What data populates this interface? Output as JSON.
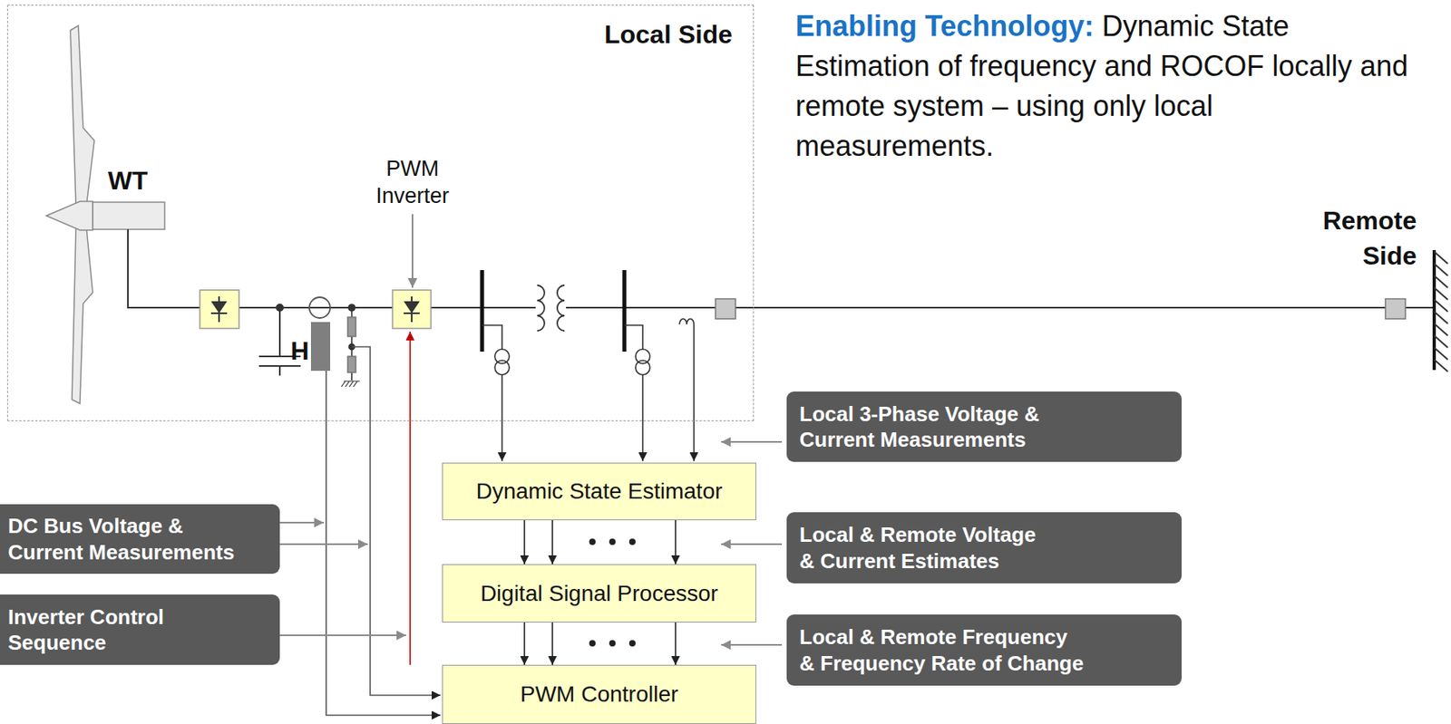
{
  "diagram": {
    "nodes": [
      {
        "text": [
          "Local Side"
        ]
      },
      {
        "text": [
          "Dynamic State Estimator"
        ]
      },
      {
        "text": [
          "Digital Signal Processor"
        ]
      },
      {
        "text": [
          "PWM Controller"
        ]
      },
      {
        "text": [
          "Local 3-Phase Voltage & Current Measurements"
        ]
      },
      {
        "text": [
          "Local & Remote Voltage & Current Estimates"
        ]
      },
      {
        "text": [
          "Local & Remote Frequency & Frequency Rate of Change"
        ]
      },
      {
        "text": [
          "DC Bus Voltage & Current Measurements"
        ]
      },
      {
        "text": [
          "Inverter Control Sequence"
        ]
      },
      {
        "text": [
          "H"
        ],
        "in": 0
      }
    ],
    "edges": [
      {
        "from": 1,
        "to": 2,
        "arrow": "to"
      },
      {
        "from": 1,
        "to": 2,
        "arrow": "to"
      },
      {
        "from": 1,
        "to": 2,
        "arrow": "to"
      },
      {
        "from": 2,
        "to": 3,
        "arrow": "to"
      },
      {
        "from": 2,
        "to": 3,
        "arrow": "to"
      },
      {
        "from": 2,
        "to": 3,
        "arrow": "to"
      }
    ],
    "labels": [
      "Enabling Technology:",
      "Dynamic State Estimation of frequency and ROCOF locally and remote system – using only local measurements.",
      "WT",
      "PWM Inverter",
      "Remote Side"
    ]
  }
}
